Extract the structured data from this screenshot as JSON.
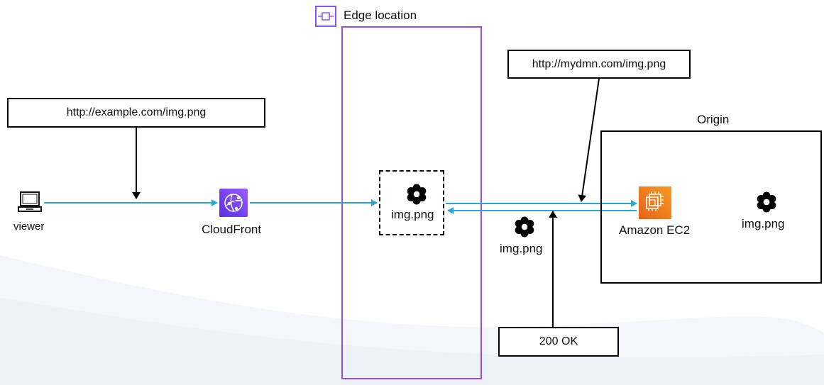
{
  "diagram": {
    "edge_location_label": "Edge location",
    "viewer_label": "viewer",
    "cloudfront_label": "CloudFront",
    "viewer_request_url": "http://example.com/img.png",
    "origin_request_url": "http://mydmn.com/img.png",
    "cached_object_label": "img.png",
    "response_object_label": "img.png",
    "origin_label": "Origin",
    "ec2_label": "Amazon EC2",
    "origin_object_label": "img.png",
    "response_status": "200 OK"
  },
  "icons": {
    "viewer": "laptop-icon",
    "cloudfront": "cloudfront-icon",
    "ec2": "ec2-icon",
    "edge_location": "edge-location-icon",
    "object": "flower-icon"
  },
  "colors": {
    "edge_location_border": "#8c4fff",
    "flow_arrow": "#2aa7d3",
    "cloudfront_icon": "#8c4fff",
    "ec2_icon": "#f58534",
    "callout_arrow": "#000000"
  }
}
